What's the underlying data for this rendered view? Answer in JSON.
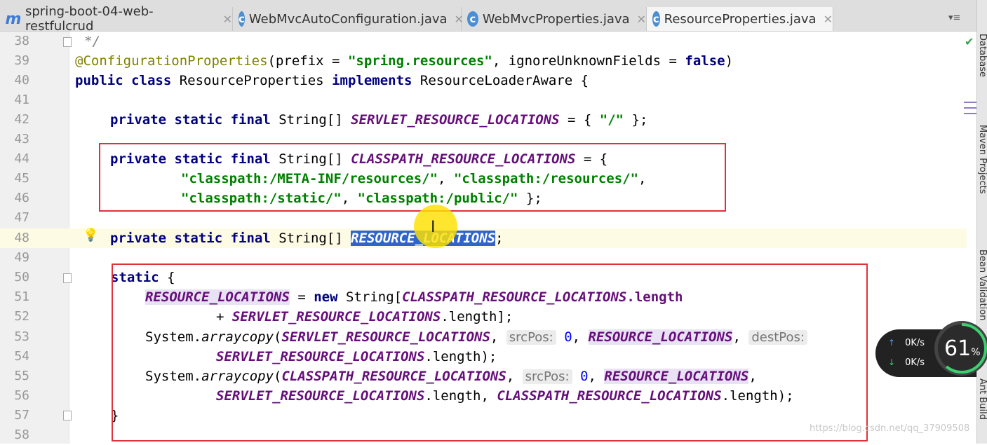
{
  "tabs": [
    {
      "label": "spring-boot-04-web-restfulcrud",
      "icon": "maven-module-icon",
      "active": false
    },
    {
      "label": "WebMvcAutoConfiguration.java",
      "icon": "java-class-icon",
      "active": false
    },
    {
      "label": "WebMvcProperties.java",
      "icon": "java-class-icon",
      "active": false
    },
    {
      "label": "ResourceProperties.java",
      "icon": "java-class-icon",
      "active": true
    }
  ],
  "tabs_menu": "▾≡",
  "right_tools": [
    "Database",
    "Maven Projects",
    "Bean Validation",
    "Ant Build"
  ],
  "line_numbers": [
    "38",
    "39",
    "40",
    "41",
    "42",
    "43",
    "44",
    "45",
    "46",
    "47",
    "48",
    "49",
    "50",
    "51",
    "52",
    "53",
    "54",
    "55",
    "56",
    "57",
    "58"
  ],
  "code": {
    "l38": "*/",
    "l39_ann": "@ConfigurationProperties",
    "l39_a": "(prefix = ",
    "l39_str": "\"spring.resources\"",
    "l39_b": ", ignoreUnknownFields = ",
    "l39_kw": "false",
    "l39_c": ")",
    "l40_kw1": "public class",
    "l40_a": " ResourceProperties ",
    "l40_kw2": "implements",
    "l40_b": " ResourceLoaderAware {",
    "l42_kw": "private static final",
    "l42_a": " String[] ",
    "l42_fld": "SERVLET_RESOURCE_LOCATIONS",
    "l42_b": " = { ",
    "l42_str": "\"/\"",
    "l42_c": " };",
    "l44_kw": "private static final",
    "l44_a": " String[] ",
    "l44_fld": "CLASSPATH_RESOURCE_LOCATIONS",
    "l44_b": " = {",
    "l45_str1": "\"classpath:/META-INF/resources/\"",
    "l45_a": ", ",
    "l45_str2": "\"classpath:/resources/\"",
    "l45_b": ",",
    "l46_str1": "\"classpath:/static/\"",
    "l46_a": ", ",
    "l46_str2": "\"classpath:/public/\"",
    "l46_b": " };",
    "l48_kw": "private static final",
    "l48_a": " String[] ",
    "l48_fld": "RESOURCE_LOCATIONS",
    "l48_b": ";",
    "l50_kw": "static",
    "l50_a": " {",
    "l51_fld": "RESOURCE_LOCATIONS",
    "l51_a": " = ",
    "l51_kw": "new",
    "l51_b": " String[",
    "l51_fld2": "CLASSPATH_RESOURCE_LOCATIONS",
    "l51_c": ".length",
    "l52_a": "+ ",
    "l52_fld": "SERVLET_RESOURCE_LOCATIONS",
    "l52_b": ".length];",
    "l53_a": "System.",
    "l53_meth": "arraycopy",
    "l53_b": "(",
    "l53_fld": "SERVLET_RESOURCE_LOCATIONS",
    "l53_c": ", ",
    "l53_hint1": "srcPos:",
    "l53_num": "0",
    "l53_d": ", ",
    "l53_fld2": "RESOURCE_LOCATIONS",
    "l53_e": ", ",
    "l53_hint2": "destPos:",
    "l54_fld": "SERVLET_RESOURCE_LOCATIONS",
    "l54_a": ".length);",
    "l55_a": "System.",
    "l55_meth": "arraycopy",
    "l55_b": "(",
    "l55_fld": "CLASSPATH_RESOURCE_LOCATIONS",
    "l55_c": ", ",
    "l55_hint1": "srcPos:",
    "l55_num": "0",
    "l55_d": ", ",
    "l55_fld2": "RESOURCE_LOCATIONS",
    "l55_e": ",",
    "l56_fld": "SERVLET_RESOURCE_LOCATIONS",
    "l56_a": ".length, ",
    "l56_fld2": "CLASSPATH_RESOURCE_LOCATIONS",
    "l56_b": ".length);",
    "l57": "}"
  },
  "network": {
    "up": "0K/s",
    "down": "0K/s",
    "up_icon": "arrow-up-icon",
    "down_icon": "arrow-down-icon"
  },
  "gauge": {
    "value": "61",
    "unit": "%",
    "fraction": 0.61
  },
  "watermark": "https://blog.csdn.net/qq_37909508",
  "colors": {
    "keyword": "#000080",
    "string": "#008000",
    "field": "#660e7a",
    "annotation": "#808000",
    "highlight_box": "#e0313b",
    "selection": "#2f65ca"
  }
}
